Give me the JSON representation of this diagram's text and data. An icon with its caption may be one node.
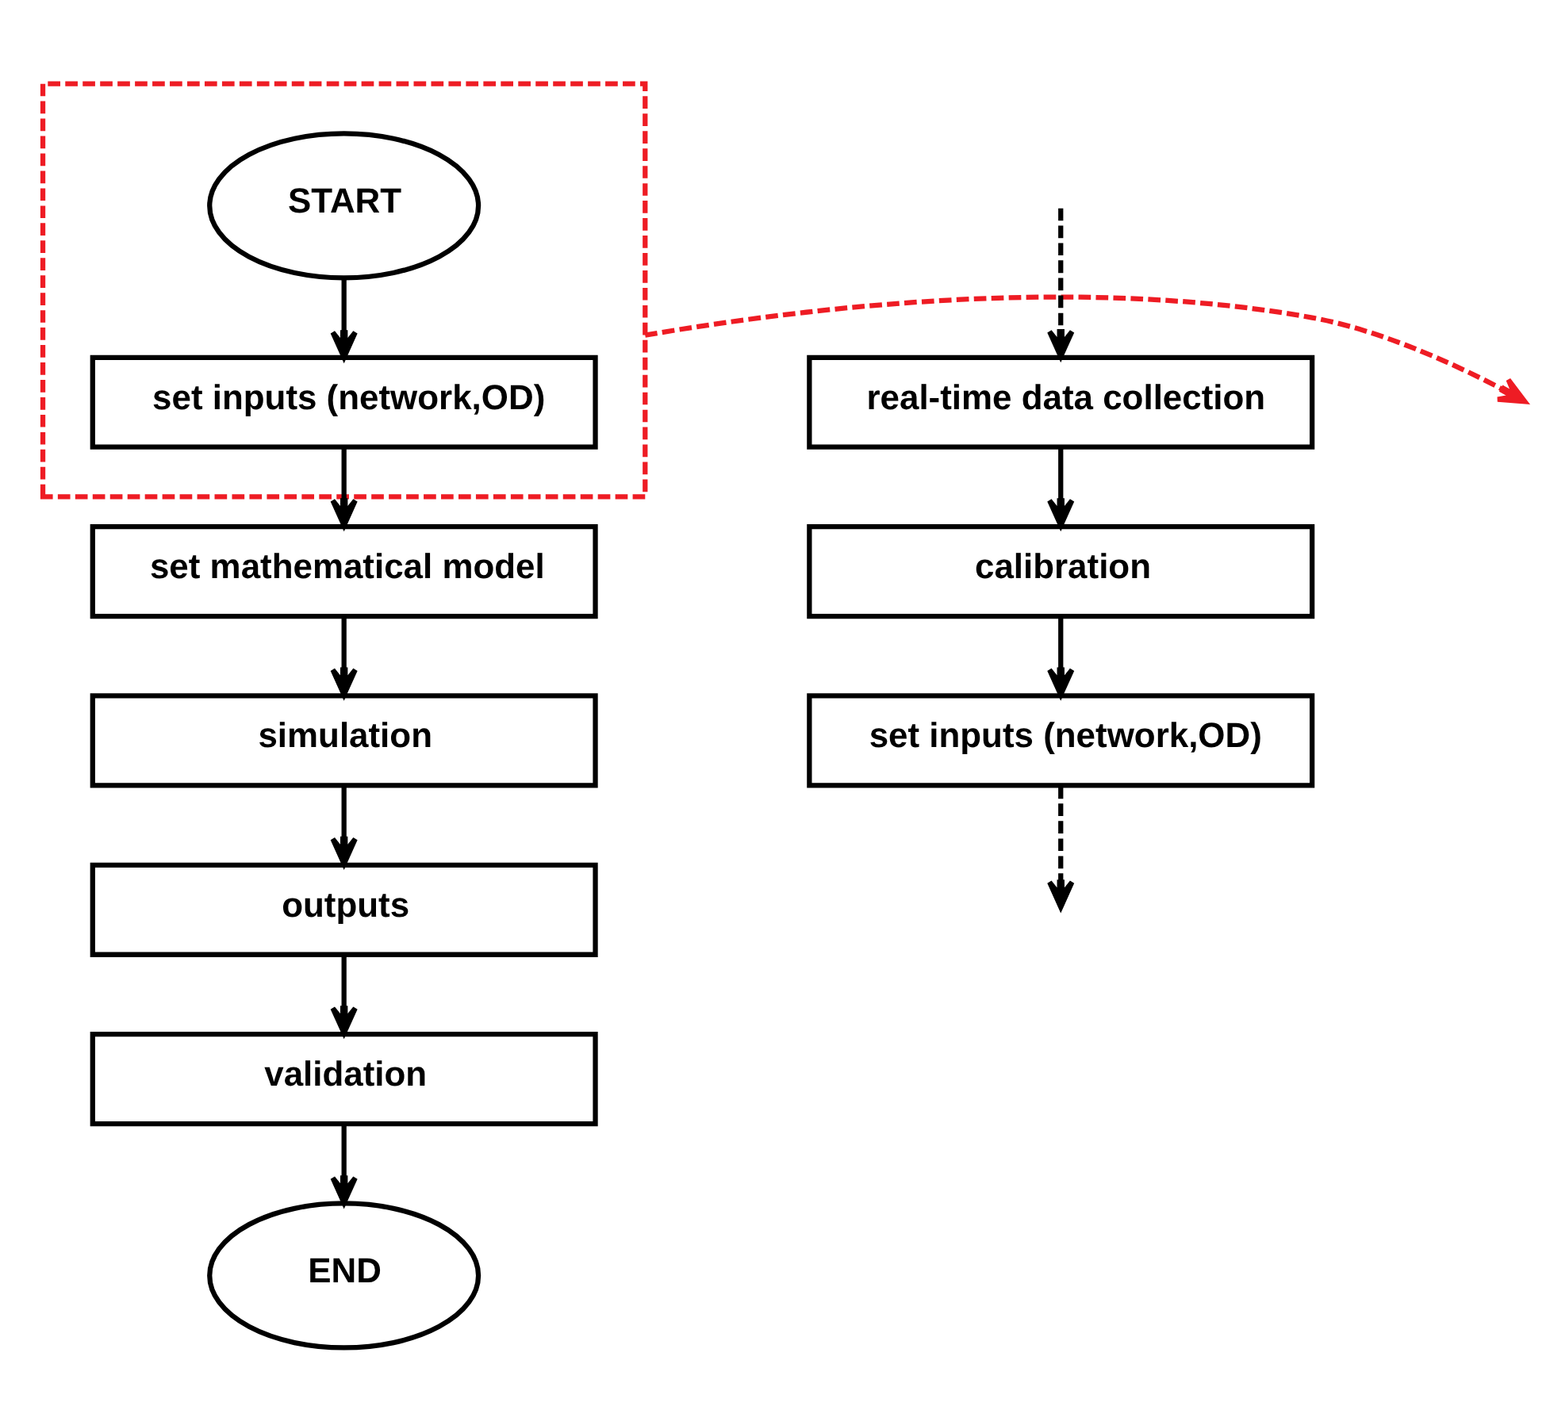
{
  "diagram": {
    "nodes": [
      {
        "text": [],
        "shape": "box"
      },
      {
        "text": [
          "START"
        ],
        "in": 0
      },
      {
        "text": [
          "set inputs (network,OD)"
        ],
        "in": 0
      },
      {
        "text": [
          "set mathematical model"
        ]
      },
      {
        "text": [
          "simulation"
        ]
      },
      {
        "text": [
          "outputs"
        ]
      },
      {
        "text": [
          "validation"
        ]
      },
      {
        "text": [
          "END"
        ]
      },
      {
        "text": [
          "real-time data collection"
        ]
      },
      {
        "text": [
          "calibration"
        ]
      },
      {
        "text": [
          "set inputs (network,OD)"
        ]
      }
    ],
    "edges": [
      {
        "from": 1,
        "to": 2,
        "arrow": "to"
      },
      {
        "from": 2,
        "to": 3,
        "arrow": "to"
      },
      {
        "from": 3,
        "to": 4,
        "arrow": "to"
      },
      {
        "from": 4,
        "to": 5,
        "arrow": "to"
      },
      {
        "from": 5,
        "to": 6,
        "arrow": "to"
      },
      {
        "from": 6,
        "to": 7,
        "arrow": "to"
      },
      {
        "from": 0,
        "to": null,
        "arrow": "to",
        "style": "dashed",
        "color": "#ee1c24"
      },
      {
        "from": null,
        "to": 8,
        "arrow": "to",
        "style": "dashed"
      },
      {
        "from": 8,
        "to": 9,
        "arrow": "to"
      },
      {
        "from": 9,
        "to": 10,
        "arrow": "to"
      },
      {
        "from": 10,
        "to": null,
        "arrow": "to",
        "style": "dashed"
      }
    ]
  }
}
